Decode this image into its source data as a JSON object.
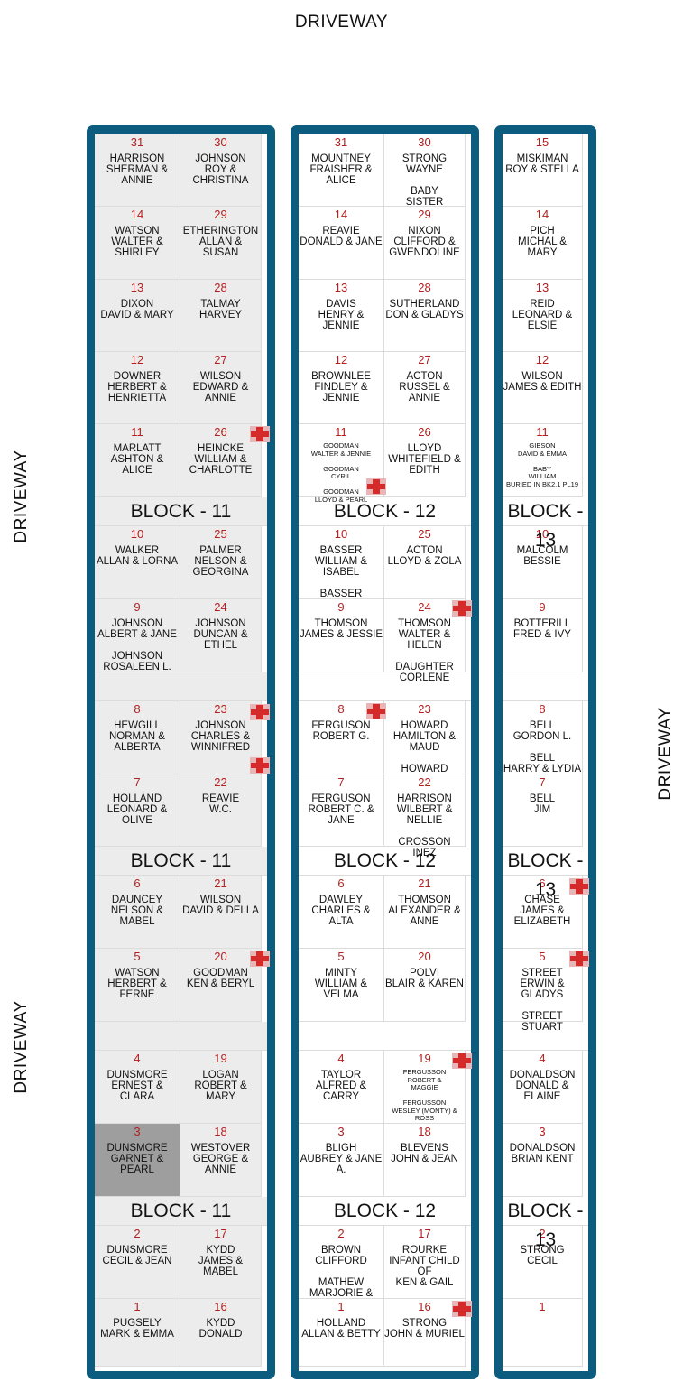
{
  "labels": {
    "driveway_top": "DRIVEWAY",
    "driveway_left_upper": "DRIVEWAY",
    "driveway_left_lower": "DRIVEWAY",
    "driveway_right": "DRIVEWAY"
  },
  "dimensions": {
    "widths": [
      "22'",
      "12'",
      "12'",
      "4'",
      "12'",
      "12'",
      "4'",
      "12'",
      "24'"
    ],
    "rows": [
      "10'",
      "10'",
      "10'",
      "10'",
      "10'",
      "4'",
      "10'",
      "10'",
      "4'",
      "10'",
      "10'",
      "4'",
      "10'",
      "10'",
      "4'",
      "10'",
      "10'",
      "4'",
      "10'",
      "10'"
    ]
  },
  "colors": {
    "frame": "#0b5c7e",
    "plot_number": "#b32020",
    "dimension": "#c0392b",
    "marker": "#d42a2a",
    "shaded_plot": "#ececec",
    "highlight_plot": "#9e9e9e"
  },
  "markers_icon": "cross-marker-icon",
  "blocks": [
    {
      "name": "BLOCK - 11",
      "shade": true,
      "columns": [
        [
          {
            "num": "31",
            "names": "HARRISON\nSHERMAN & ANNIE"
          },
          {
            "num": "14",
            "names": "WATSON\nWALTER & SHIRLEY"
          },
          {
            "num": "13",
            "names": "DIXON\nDAVID & MARY"
          },
          {
            "num": "12",
            "names": "DOWNER\nHERBERT &\nHENRIETTA"
          },
          {
            "num": "11",
            "names": "MARLATT\nASHTON & ALICE"
          },
          {
            "num": "10",
            "names": "WALKER\nALLAN & LORNA"
          },
          {
            "num": "9",
            "names": "JOHNSON\nALBERT & JANE\n\nJOHNSON\nROSALEEN L."
          },
          {
            "num": "8",
            "names": "HEWGILL\nNORMAN &\nALBERTA"
          },
          {
            "num": "7",
            "names": "HOLLAND\nLEONARD & OLIVE"
          },
          {
            "num": "6",
            "names": "DAUNCEY\nNELSON & MABEL"
          },
          {
            "num": "5",
            "names": "WATSON\nHERBERT & FERNE"
          },
          {
            "num": "4",
            "names": "DUNSMORE\nERNEST & CLARA"
          },
          {
            "num": "3",
            "names": "DUNSMORE\nGARNET & PEARL",
            "highlight": true
          },
          {
            "num": "2",
            "names": "DUNSMORE\nCECIL & JEAN"
          },
          {
            "num": "1",
            "names": "PUGSELY\nMARK & EMMA"
          }
        ],
        [
          {
            "num": "30",
            "names": "JOHNSON\nROY & CHRISTINA"
          },
          {
            "num": "29",
            "names": "ETHERINGTON\nALLAN & SUSAN"
          },
          {
            "num": "28",
            "names": "TALMAY\nHARVEY"
          },
          {
            "num": "27",
            "names": "WILSON\nEDWARD & ANNIE"
          },
          {
            "num": "26",
            "names": "HEINCKE\nWILLIAM &\nCHARLOTTE"
          },
          {
            "num": "25",
            "names": "PALMER\nNELSON &\nGEORGINA"
          },
          {
            "num": "24",
            "names": "JOHNSON\nDUNCAN & ETHEL"
          },
          {
            "num": "23",
            "names": "JOHNSON\nCHARLES &\nWINNIFRED"
          },
          {
            "num": "22",
            "names": "REAVIE\nW.C."
          },
          {
            "num": "21",
            "names": "WILSON\nDAVID & DELLA"
          },
          {
            "num": "20",
            "names": "GOODMAN\nKEN & BERYL"
          },
          {
            "num": "19",
            "names": "LOGAN\nROBERT & MARY"
          },
          {
            "num": "18",
            "names": "WESTOVER\nGEORGE & ANNIE"
          },
          {
            "num": "17",
            "names": "KYDD\nJAMES & MABEL"
          },
          {
            "num": "16",
            "names": "KYDD\nDONALD"
          }
        ]
      ]
    },
    {
      "name": "BLOCK - 12",
      "shade": false,
      "columns": [
        [
          {
            "num": "31",
            "names": "MOUNTNEY\nFRAISHER & ALICE"
          },
          {
            "num": "14",
            "names": "REAVIE\nDONALD & JANE"
          },
          {
            "num": "13",
            "names": "DAVIS\nHENRY & JENNIE"
          },
          {
            "num": "12",
            "names": "BROWNLEE\nFINDLEY & JENNIE"
          },
          {
            "num": "11",
            "names": "GOODMAN\nWALTER & JENNIE\n\nGOODMAN\nCYRIL\n\nGOODMAN\nLLOYD & PEARL",
            "small": true
          },
          {
            "num": "10",
            "names": "BASSER\nWILLIAM & ISABEL\n\nBASSER\nPENNY BELLE"
          },
          {
            "num": "9",
            "names": "THOMSON\nJAMES & JESSIE"
          },
          {
            "num": "8",
            "names": "FERGUSON\nROBERT  G."
          },
          {
            "num": "7",
            "names": "FERGUSON\nROBERT  C. & JANE"
          },
          {
            "num": "6",
            "names": "DAWLEY\nCHARLES & ALTA"
          },
          {
            "num": "5",
            "names": "MINTY\nWILLIAM & VELMA"
          },
          {
            "num": "4",
            "names": "TAYLOR\nALFRED & CARRY"
          },
          {
            "num": "3",
            "names": "BLIGH\nAUBREY & JANE A."
          },
          {
            "num": "2",
            "names": "BROWN\nCLIFFORD\n\nMATHEW\nMARJORIE & BABY"
          },
          {
            "num": "1",
            "names": "HOLLAND\nALLAN & BETTY"
          }
        ],
        [
          {
            "num": "30",
            "names": "STRONG\nWAYNE\n\nBABY\nSISTER"
          },
          {
            "num": "29",
            "names": "NIXON\nCLIFFORD &\nGWENDOLINE"
          },
          {
            "num": "28",
            "names": "SUTHERLAND\nDON & GLADYS"
          },
          {
            "num": "27",
            "names": "ACTON\nRUSSEL & ANNIE"
          },
          {
            "num": "26",
            "names": "LLOYD\nWHITEFIELD &\nEDITH"
          },
          {
            "num": "25",
            "names": "ACTON\nLLOYD & ZOLA"
          },
          {
            "num": "24",
            "names": "THOMSON\nWALTER & HELEN\n\nDAUGHTER\nCORLENE"
          },
          {
            "num": "23",
            "names": "HOWARD\nHAMILTON & MAUD\n\nHOWARD\nEMILY MAY"
          },
          {
            "num": "22",
            "names": "HARRISON\nWILBERT & NELLIE\n\nCROSSON\nINEZ"
          },
          {
            "num": "21",
            "names": "THOMSON\nALEXANDER &\nANNE"
          },
          {
            "num": "20",
            "names": "POLVI\nBLAIR & KAREN"
          },
          {
            "num": "19",
            "names": "FERGUSSON\nROBERT &\nMAGGIE\n\nFERGUSSON\nWESLEY (MONTY) &\nROSS",
            "small": true
          },
          {
            "num": "18",
            "names": "BLEVENS\nJOHN & JEAN"
          },
          {
            "num": "17",
            "names": "ROURKE\nINFANT CHILD\nOF\nKEN & GAIL"
          },
          {
            "num": "16",
            "names": "STRONG\nJOHN & MURIEL"
          }
        ]
      ]
    },
    {
      "name": "BLOCK - 13",
      "shade": false,
      "columns": [
        [
          {
            "num": "15",
            "names": "MISKIMAN\nROY & STELLA"
          },
          {
            "num": "14",
            "names": "PICH\nMICHAL & MARY"
          },
          {
            "num": "13",
            "names": "REID\nLEONARD & ELSIE"
          },
          {
            "num": "12",
            "names": "WILSON\nJAMES & EDITH"
          },
          {
            "num": "11",
            "names": "GIBSON\nDAVID & EMMA\n\nBABY\nWILLIAM\nBURIED IN BK2.1 PL19",
            "small": true
          },
          {
            "num": "10",
            "names": "MALCOLM\nBESSIE"
          },
          {
            "num": "9",
            "names": "BOTTERILL\nFRED & IVY"
          },
          {
            "num": "8",
            "names": "BELL\nGORDON L.\n\nBELL\nHARRY & LYDIA"
          },
          {
            "num": "7",
            "names": "BELL\nJIM"
          },
          {
            "num": "6",
            "names": "CHASE\nJAMES &\nELIZABETH"
          },
          {
            "num": "5",
            "names": "STREET\nERWIN & GLADYS\n\nSTREET\nSTUART"
          },
          {
            "num": "4",
            "names": "DONALDSON\nDONALD & ELAINE"
          },
          {
            "num": "3",
            "names": "DONALDSON\nBRIAN KENT"
          },
          {
            "num": "2",
            "names": "STRONG\nCECIL"
          },
          {
            "num": "1",
            "names": ""
          }
        ]
      ]
    }
  ]
}
